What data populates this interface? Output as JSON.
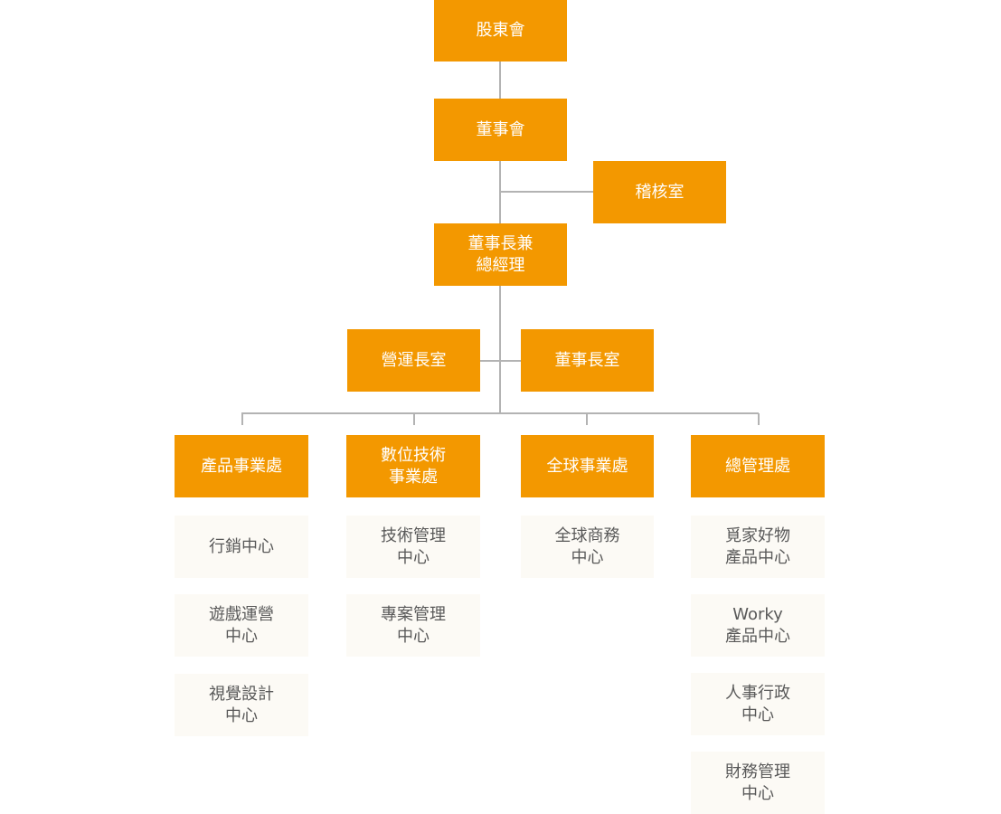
{
  "colors": {
    "primary": "#f39800",
    "sub_background": "#fcfaf5",
    "sub_text": "#595959",
    "connector": "#b3b3b3"
  },
  "top": {
    "shareholders": "股東會",
    "board": "董事會",
    "audit": "稽核室",
    "chairman": "董事長兼\n總經理",
    "coo_office": "營運長室",
    "chairman_office": "董事長室"
  },
  "divisions": [
    {
      "name": "產品事業處",
      "centers": [
        "行銷中心",
        "遊戲運營\n中心",
        "視覺設計\n中心"
      ]
    },
    {
      "name": "數位技術\n事業處",
      "centers": [
        "技術管理\n中心",
        "專案管理\n中心"
      ]
    },
    {
      "name": "全球事業處",
      "centers": [
        "全球商務\n中心"
      ]
    },
    {
      "name": "總管理處",
      "centers": [
        "覓家好物\n產品中心",
        "Worky\n產品中心",
        "人事行政\n中心",
        "財務管理\n中心"
      ]
    }
  ]
}
